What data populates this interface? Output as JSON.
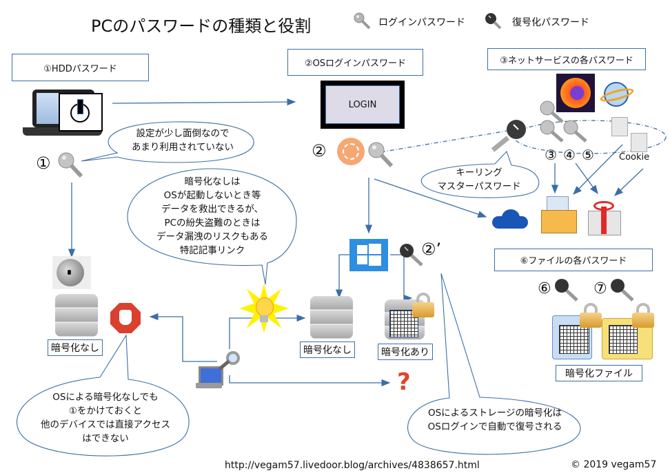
{
  "title": "PCのパスワードの種類と役割",
  "legend": [
    {
      "icon": "silver-key-icon",
      "label": "ログインパスワード"
    },
    {
      "icon": "black-key-icon",
      "label": "復号化パスワード"
    }
  ],
  "sections": {
    "hdd": {
      "label": "①HDDパスワード",
      "number": "①"
    },
    "os": {
      "label": "②OSログインパスワード",
      "number": "②",
      "login_screen": "LOGIN",
      "number_prime": "②’"
    },
    "net": {
      "label": "③ネットサービスの各パスワード",
      "numbers": [
        "③",
        "④",
        "⑤"
      ],
      "cookie": "Cookie"
    },
    "file": {
      "label": "⑥ファイルの各パスワード",
      "numbers": [
        "⑥",
        "⑦"
      ],
      "encrypted_files_label": "暗号化ファイル"
    }
  },
  "storage": {
    "left_unencrypted": "暗号化なし",
    "middle_unencrypted": "暗号化なし",
    "encrypted": "暗号化あり"
  },
  "bubbles": {
    "hdd_note": [
      "設定が少し面倒なので",
      "あまり利用されていない"
    ],
    "no_encryption_note": [
      "暗号化なしは",
      "OSが起動しないとき等",
      "データを救出できるが、",
      "PCの紛失盗難のときは",
      "データ漏洩のリスクもある",
      "特記記事リンク"
    ],
    "keyring_note": [
      "キーリング",
      "マスターパスワード"
    ],
    "hdd_protect_note": [
      "OSによる暗号化なしでも",
      "①をかけておくと",
      "他のデバイスでは直接アクセス",
      "はできない"
    ],
    "os_encrypt_note": [
      "OSによるストレージの暗号化は",
      "OSログインで自動で復号される"
    ]
  },
  "footer": {
    "url": "http://vegam57.livedoor.blog/archives/4838657.html",
    "copyright": "© 2019 vegam57"
  },
  "colors": {
    "line": "#3b6ea5",
    "windows_blue": "#2e8ee0",
    "onedrive_blue": "#1a56b5",
    "stop_red": "#d9412e",
    "fingerprint": "#f5a874"
  }
}
